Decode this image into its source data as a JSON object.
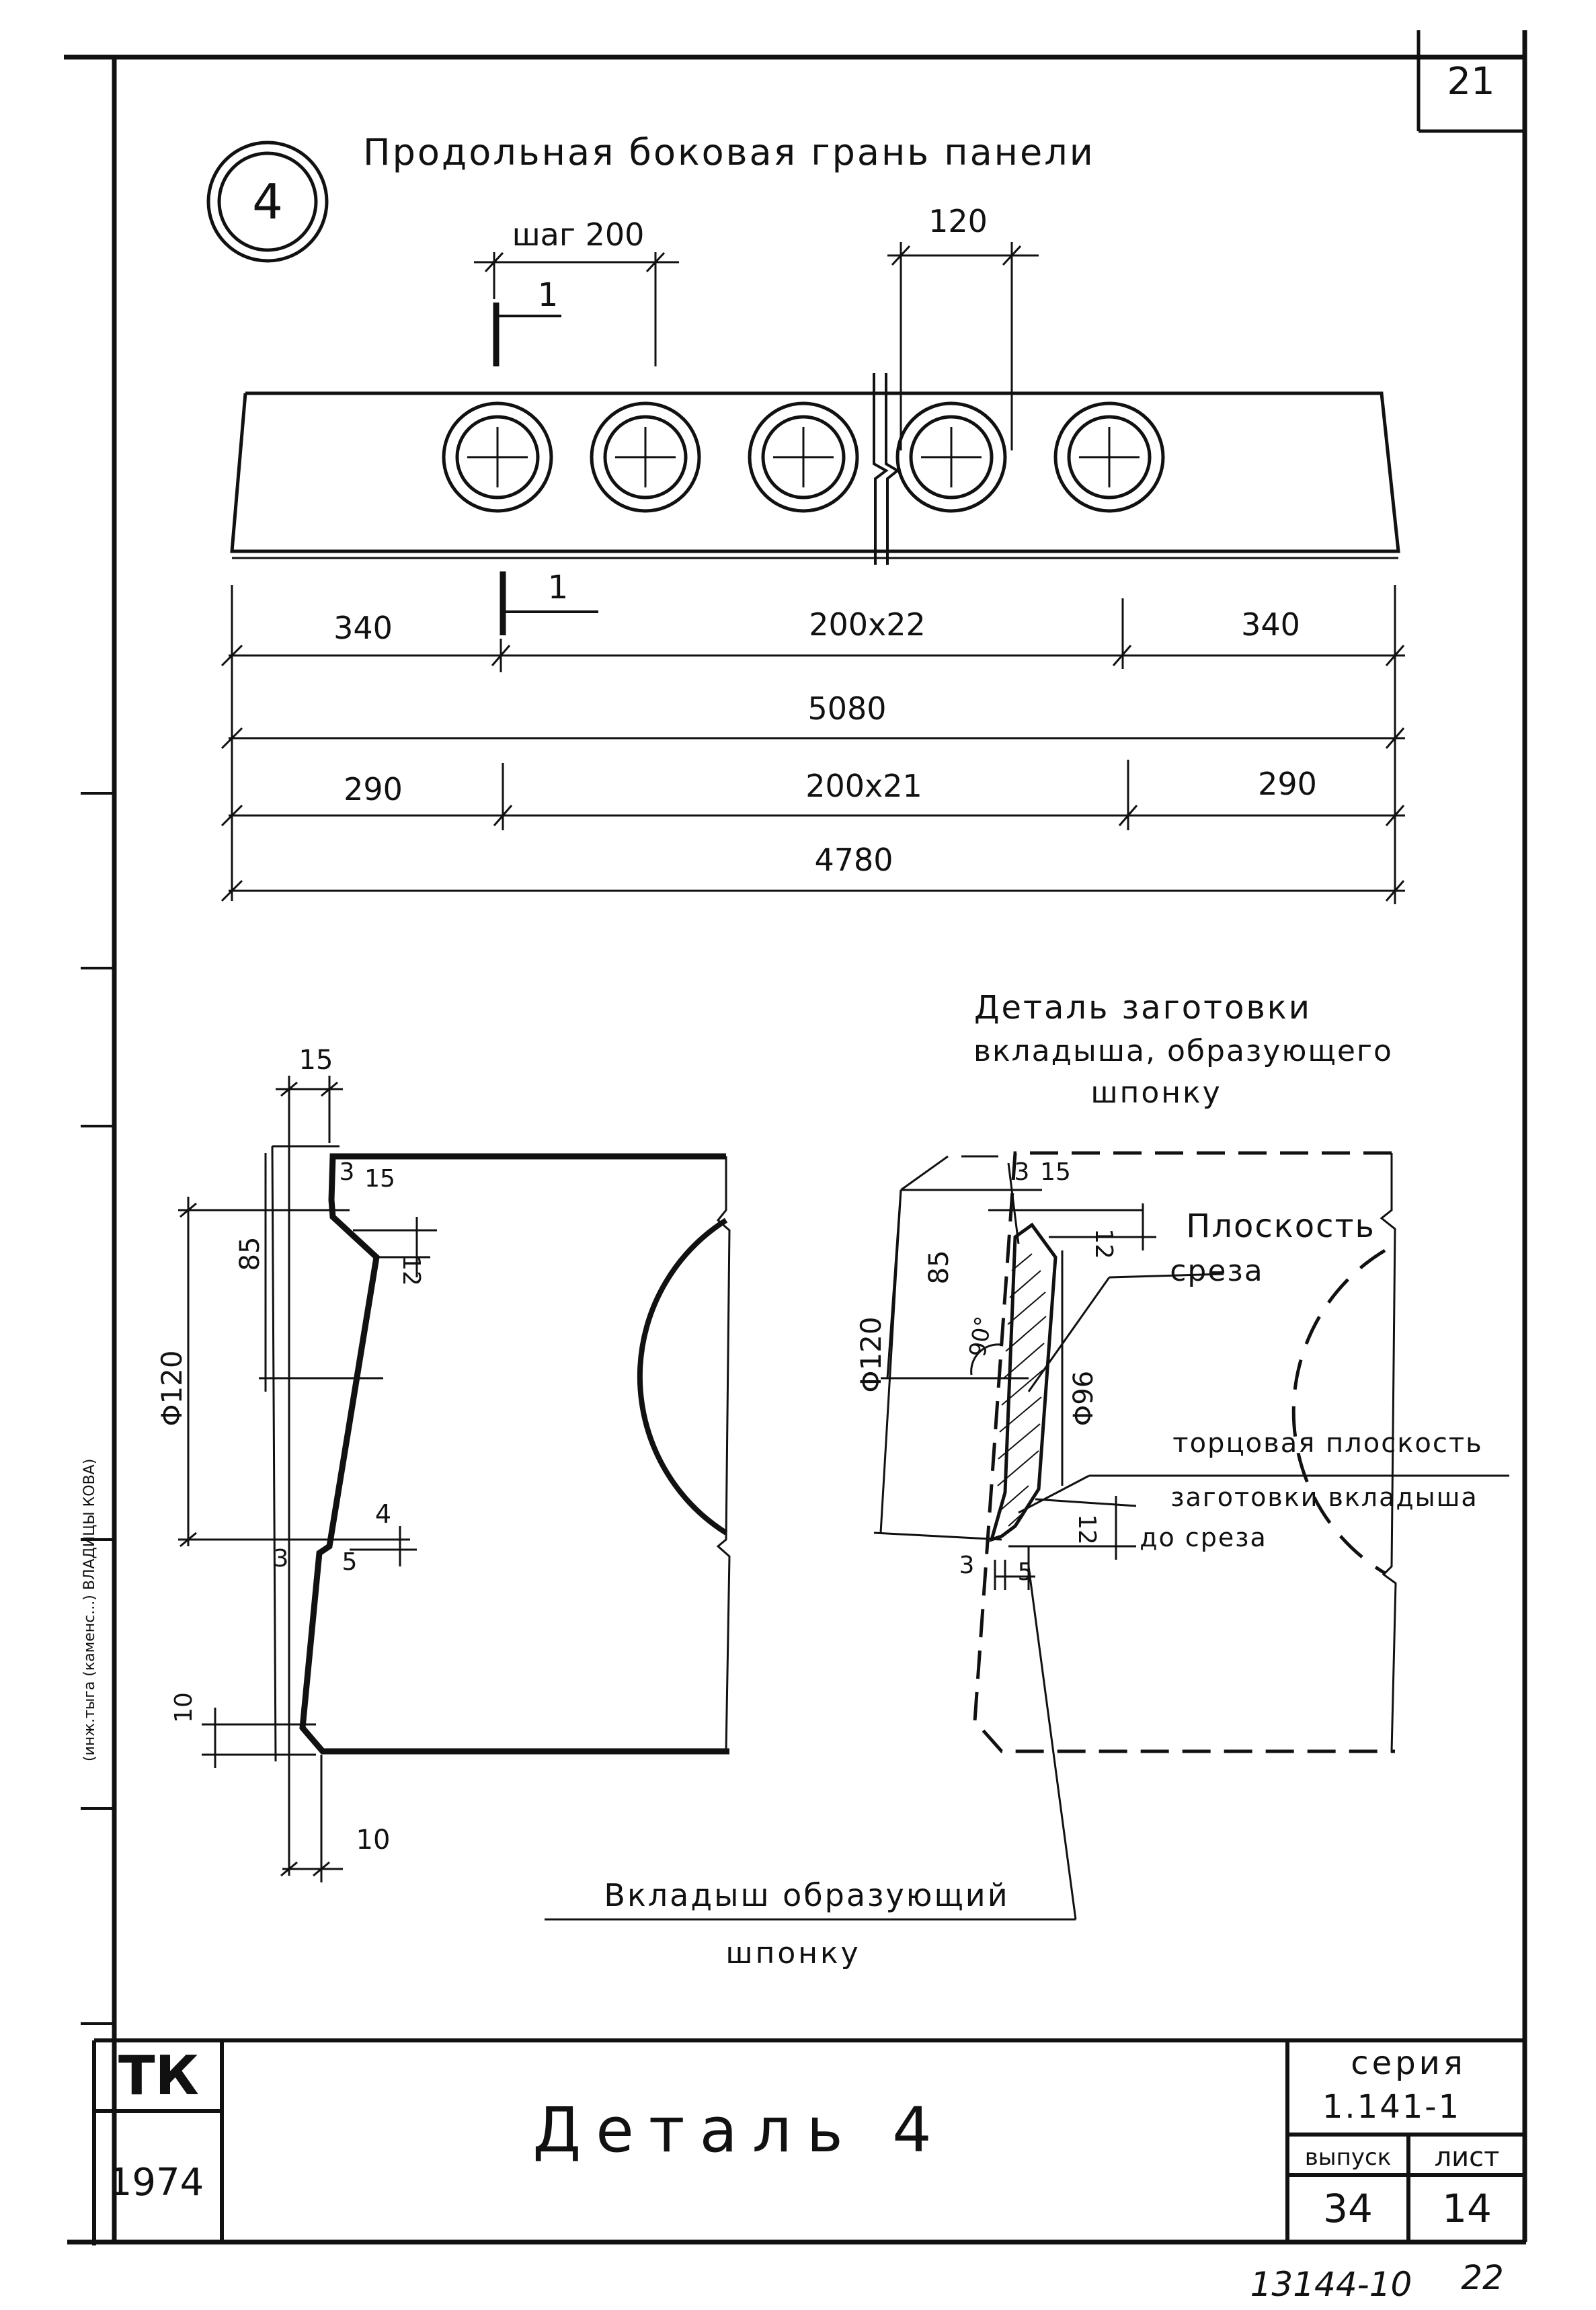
{
  "sheet": {
    "page_number": "21",
    "bottom_note": "13144-10",
    "bottom_note2": "22",
    "side_note": "(инж.тыга (каменс...) ВЛАДИЦЫ КОВА)"
  },
  "detail_marker": {
    "number": "4"
  },
  "section_title": "Продольная боковая грань панели",
  "panel_view": {
    "step_label": "шаг 200",
    "dim_120": "120",
    "section_mark": "1",
    "dims": {
      "row1_left": "340",
      "row1_mid": "200x22",
      "row1_right": "340",
      "row2_total": "5080",
      "row3_left": "290",
      "row3_mid": "200x21",
      "row3_right": "290",
      "row4_total": "4780"
    }
  },
  "left_detail": {
    "d15": "15",
    "d3": "3",
    "d15b": "15",
    "d85": "85",
    "d12": "12",
    "phi120": "Φ120",
    "d4": "4",
    "d3b": "3",
    "d5": "5",
    "d10a": "10",
    "d10b": "10",
    "caption_line1": "Вкладыш образующий",
    "caption_line2": "шпонку"
  },
  "right_detail": {
    "title_line1": "Деталь заготовки",
    "title_line2": "вкладыша, образующего",
    "title_line3": "шпонку",
    "d3": "3",
    "d15": "15",
    "d85": "85",
    "d12": "12",
    "phi120": "Φ120",
    "angle": "90°",
    "phi96": "Φ96",
    "d12b": "12",
    "d3b": "3",
    "d5": "5",
    "label_plane1": "Плоскость",
    "label_plane2": "среза",
    "label_end1": "торцовая плоскость",
    "label_end2": "заготовки вкладыша",
    "label_end3": "до среза"
  },
  "title_block": {
    "org": "ТК",
    "year": "1974",
    "drawing_title": "Деталь 4",
    "series_label": "серия",
    "series_value": "1.141-1",
    "issue_label": "выпуск",
    "issue_value": "34",
    "sheet_label": "лист",
    "sheet_value": "14"
  }
}
